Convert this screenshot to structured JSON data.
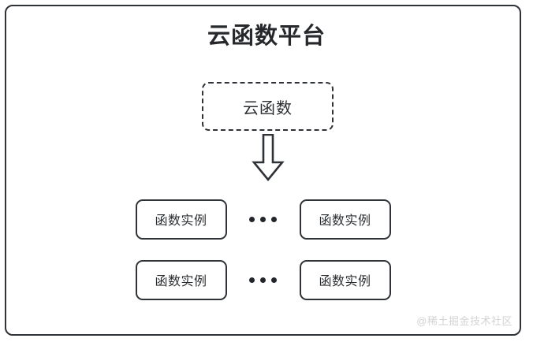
{
  "diagram": {
    "type": "architecture-block-diagram",
    "title": "云函数平台",
    "container": {
      "name": "platform-container",
      "border_style": "solid",
      "border_color": "#2f3236"
    },
    "function_node": {
      "label": "云函数",
      "border_style": "dashed",
      "border_color": "#2f3236"
    },
    "arrow": {
      "name": "down-arrow",
      "direction": "down",
      "style": "hollow-outline",
      "color": "#2f3236"
    },
    "instance_rows": [
      {
        "row_id": "row-1",
        "left_instance": "函数实例",
        "ellipsis": "…",
        "right_instance": "函数实例"
      },
      {
        "row_id": "row-2",
        "left_instance": "函数实例",
        "ellipsis": "…",
        "right_instance": "函数实例"
      }
    ],
    "watermark": "@稀土掘金技术社区",
    "colors": {
      "background": "#ffffff",
      "stroke": "#2f3236",
      "text": "#26282b",
      "watermark": "#d3d3d5"
    }
  }
}
